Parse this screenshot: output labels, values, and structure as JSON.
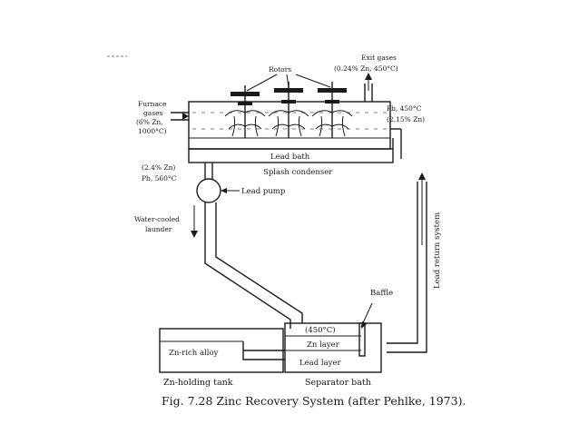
{
  "labels": {
    "rotors": "Rotors",
    "exit_gases": "Exit gases",
    "exit_gases_comp": "(0.24% Zn, 450°C)",
    "furnace_1": "Furnace",
    "furnace_2": "gases",
    "furnace_3": "(6% Zn,",
    "furnace_4": "1000°C)",
    "outlet_1": "Pb, 450°C",
    "outlet_2": "(2.15% Zn)",
    "lead_bath": "Lead bath",
    "splash_condenser": "Splash condenser",
    "inlet_1": "(2.4% Zn)",
    "inlet_2": "Pb, 560°C",
    "lead_pump": "Lead pump",
    "launder_1": "Water-cooled",
    "launder_2": "launder",
    "lead_return": "Lead return system",
    "baffle": "Baffle",
    "sep_temp": "(450°C)",
    "zn_layer": "Zn layer",
    "lead_layer": "Lead layer",
    "zn_rich_alloy": "Zn-rich alloy",
    "zn_holding_tank": "Zn-holding tank",
    "separator_bath": "Separator bath"
  },
  "caption": "Fig. 7.28   Zinc Recovery System (after Pehlke, 1973).",
  "colors": {
    "ink": "#1a1a1a",
    "background": "#ffffff"
  }
}
